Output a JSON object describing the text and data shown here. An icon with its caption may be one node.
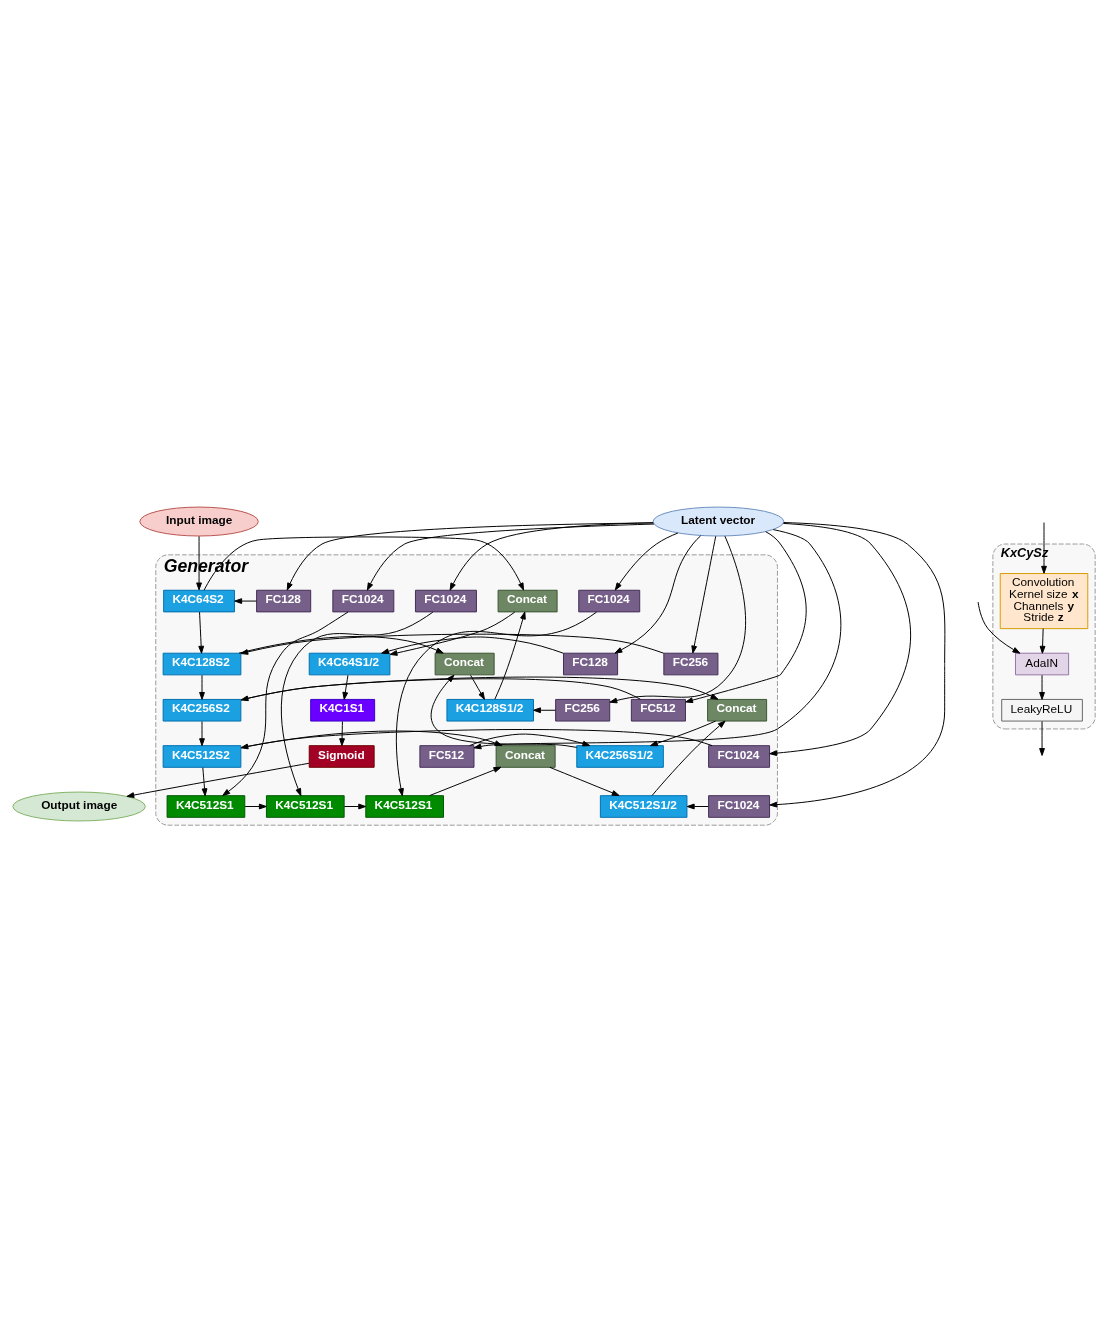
{
  "diagram": {
    "nodes": [
      {
        "text": [
          "Input image"
        ]
      },
      {
        "text": [
          "Output image"
        ]
      },
      {
        "text": [
          "Generator"
        ]
      },
      {
        "text": [
          "Sigmoid"
        ],
        "in": 2
      },
      {
        "text": [
          "K4C1S1"
        ],
        "in": 2
      },
      {
        "text": [
          "K4C64S1/2"
        ],
        "in": 2
      },
      {
        "text": [
          "FC128"
        ],
        "in": 2
      },
      {
        "text": [
          "FC128"
        ],
        "in": 2
      },
      {
        "text": [
          "K4C64S2"
        ],
        "in": 2
      },
      {
        "text": [
          "Concat"
        ],
        "in": 2
      },
      {
        "text": [
          "K4C128S1/2"
        ],
        "in": 2
      },
      {
        "text": [
          "FC256"
        ],
        "in": 2
      },
      {
        "text": [
          "FC256"
        ],
        "in": 2
      },
      {
        "text": [
          "K4C128S2"
        ],
        "in": 2
      },
      {
        "text": [
          "Concat"
        ],
        "in": 2
      },
      {
        "text": [
          "K4C256S1/2"
        ],
        "in": 2
      },
      {
        "text": [
          "FC512"
        ],
        "in": 2
      },
      {
        "text": [
          "FC512"
        ],
        "in": 2
      },
      {
        "text": [
          "K4C256S2"
        ],
        "in": 2
      },
      {
        "text": [
          "Concat"
        ],
        "in": 2
      },
      {
        "text": [
          "K4C512S1/2"
        ],
        "in": 2
      },
      {
        "text": [
          "FC1024"
        ],
        "in": 2
      },
      {
        "text": [
          "FC1024"
        ],
        "in": 2
      },
      {
        "text": [
          "K4C512S2"
        ],
        "in": 2
      },
      {
        "text": [
          "Concat"
        ],
        "in": 2
      },
      {
        "text": [
          "K4C512S1"
        ],
        "in": 2
      },
      {
        "text": [
          "K4C512S1"
        ],
        "in": 2
      },
      {
        "text": [
          "K4C512S1"
        ],
        "in": 2
      },
      {
        "text": [
          "FC1024"
        ],
        "in": 2
      },
      {
        "text": [
          "FC1024"
        ],
        "in": 2
      },
      {
        "text": [
          "FC1024"
        ],
        "in": 2
      },
      {
        "text": [
          "Latent vector"
        ]
      },
      {
        "text": [
          "KxCySz"
        ]
      },
      {
        "text": [
          "Convolution Kernel size **x** Channels **y** Stride **z**"
        ],
        "in": 32
      },
      {
        "text": [
          "AdaIN"
        ],
        "in": 32
      },
      {
        "text": [
          "LeakyReLU"
        ],
        "in": 32
      }
    ],
    "edges": [
      {
        "from": 0,
        "to": 8,
        "arrow": "to"
      },
      {
        "from": 5,
        "to": 4,
        "arrow": "to"
      },
      {
        "from": 4,
        "to": 3,
        "arrow": "to"
      },
      {
        "from": 3,
        "to": 1,
        "arrow": "to"
      },
      {
        "from": 6,
        "to": 5,
        "arrow": "to"
      },
      {
        "from": 7,
        "to": 8,
        "arrow": "to"
      },
      {
        "from": 8,
        "to": 9,
        "arrow": "to"
      },
      {
        "from": 9,
        "to": 5,
        "arrow": "to"
      },
      {
        "from": 8,
        "to": 13,
        "arrow": "to"
      },
      {
        "from": 10,
        "to": 9,
        "arrow": "to"
      },
      {
        "from": 11,
        "to": 10,
        "arrow": "to"
      },
      {
        "from": 12,
        "to": 13,
        "arrow": "to"
      },
      {
        "from": 13,
        "to": 14,
        "arrow": "to"
      },
      {
        "from": 14,
        "to": 10,
        "arrow": "to"
      },
      {
        "from": 13,
        "to": 18,
        "arrow": "to"
      },
      {
        "from": 15,
        "to": 14,
        "arrow": "to"
      },
      {
        "from": 16,
        "to": 15,
        "arrow": "to"
      },
      {
        "from": 17,
        "to": 18,
        "arrow": "to"
      },
      {
        "from": 18,
        "to": 19,
        "arrow": "to"
      },
      {
        "from": 19,
        "to": 15,
        "arrow": "to"
      },
      {
        "from": 18,
        "to": 23,
        "arrow": "to"
      },
      {
        "from": 20,
        "to": 19,
        "arrow": "to"
      },
      {
        "from": 21,
        "to": 20,
        "arrow": "to"
      },
      {
        "from": 22,
        "to": 23,
        "arrow": "to"
      },
      {
        "from": 23,
        "to": 24,
        "arrow": "to"
      },
      {
        "from": 24,
        "to": 20,
        "arrow": "to"
      },
      {
        "from": 23,
        "to": 25,
        "arrow": "to"
      },
      {
        "from": 25,
        "to": 26,
        "arrow": "to"
      },
      {
        "from": 26,
        "to": 27,
        "arrow": "to"
      },
      {
        "from": 27,
        "to": 24,
        "arrow": "to"
      },
      {
        "from": 28,
        "to": 25,
        "arrow": "to"
      },
      {
        "from": 29,
        "to": 26,
        "arrow": "to"
      },
      {
        "from": 30,
        "to": 27,
        "arrow": "to"
      },
      {
        "from": 31,
        "to": 7,
        "arrow": "to"
      },
      {
        "from": 31,
        "to": 12,
        "arrow": "to"
      },
      {
        "from": 31,
        "to": 17,
        "arrow": "to"
      },
      {
        "from": 31,
        "to": 22,
        "arrow": "to"
      },
      {
        "from": 31,
        "to": 28,
        "arrow": "to"
      },
      {
        "from": 31,
        "to": 29,
        "arrow": "to"
      },
      {
        "from": 31,
        "to": 30,
        "arrow": "to"
      },
      {
        "from": 31,
        "to": 21,
        "arrow": "to"
      },
      {
        "from": 31,
        "to": 16,
        "arrow": "to"
      },
      {
        "from": 31,
        "to": 11,
        "arrow": "to"
      },
      {
        "from": 31,
        "to": 6,
        "arrow": "to"
      },
      {
        "from": null,
        "to": 33,
        "arrow": "to"
      },
      {
        "from": 33,
        "to": 34,
        "arrow": "to"
      },
      {
        "from": null,
        "to": 34,
        "arrow": "to"
      },
      {
        "from": 34,
        "to": 35,
        "arrow": "to"
      },
      {
        "from": 35,
        "to": null,
        "arrow": "to"
      }
    ]
  }
}
